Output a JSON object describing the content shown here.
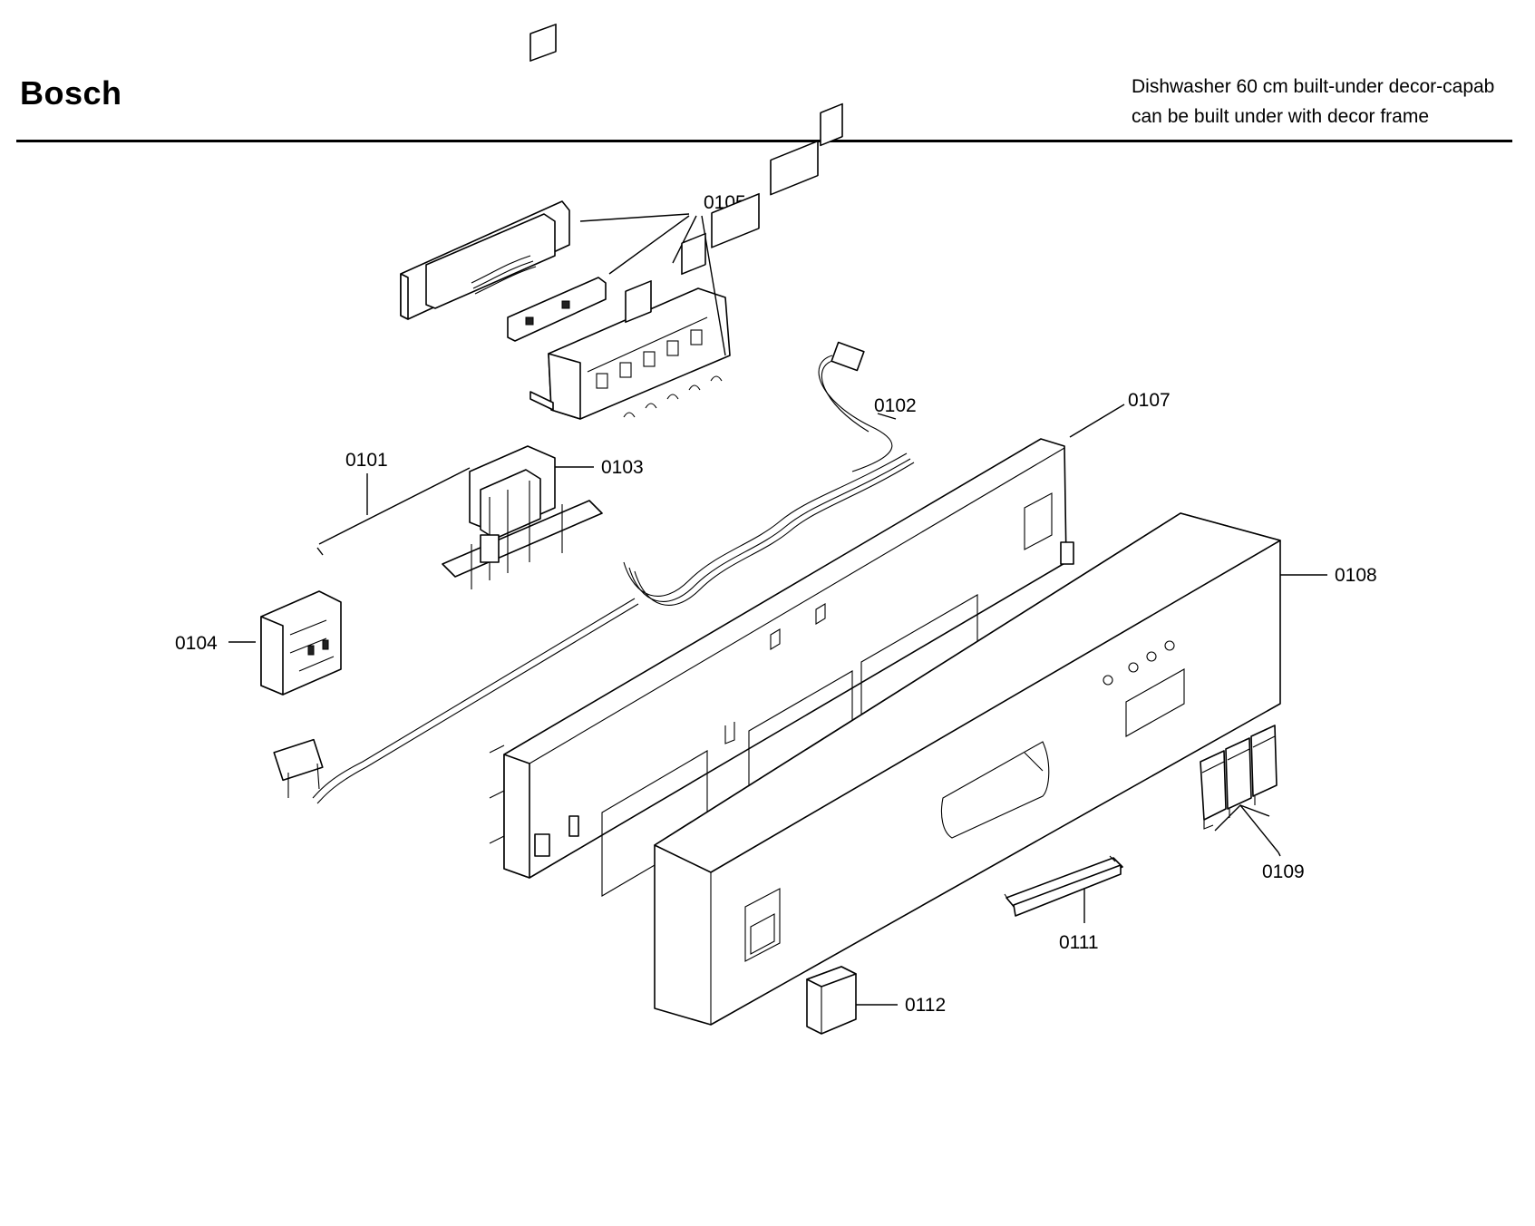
{
  "header": {
    "brand": "Bosch",
    "subtitle_line1": "Dishwasher 60 cm built-under decor-capab",
    "subtitle_line2": "can be built under with decor frame"
  },
  "callouts": {
    "p0101": "0101",
    "p0102": "0102",
    "p0103": "0103",
    "p0104": "0104",
    "p0105": "0105",
    "p0107": "0107",
    "p0108": "0108",
    "p0109": "0109",
    "p0111": "0111",
    "p0112": "0112"
  }
}
